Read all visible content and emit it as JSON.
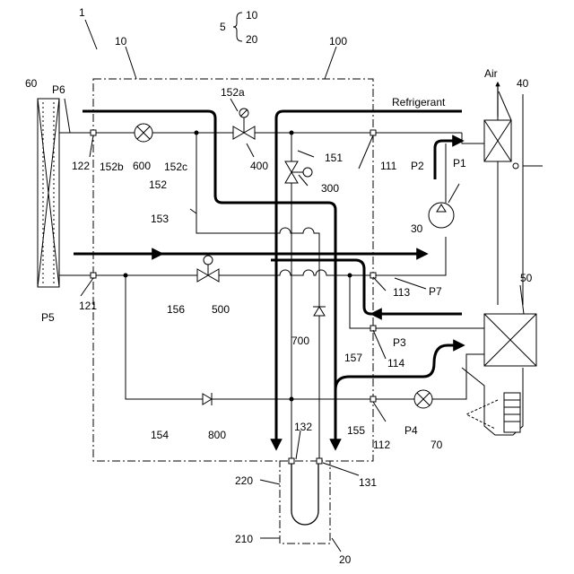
{
  "labels": {
    "system": "1",
    "group": "5",
    "group_a": "10",
    "group_b": "20",
    "module_10": "10",
    "module_100": "100",
    "hx_60": "60",
    "hx_40": "40",
    "hx_50": "50",
    "pump_30": "30",
    "valve_70": "70",
    "valve_152a": "152a",
    "valve_600": "600",
    "valve_400": "400",
    "valve_300": "300",
    "valve_500": "500",
    "check_700": "700",
    "check_800": "800",
    "pipe_151": "151",
    "pipe_152": "152",
    "pipe_152b": "152b",
    "pipe_152c": "152c",
    "pipe_153": "153",
    "pipe_154": "154",
    "pipe_155": "155",
    "pipe_156": "156",
    "pipe_157": "157",
    "port_111": "111",
    "port_112": "112",
    "port_113": "113",
    "port_114": "114",
    "port_121": "121",
    "port_122": "122",
    "port_131": "131",
    "port_132": "132",
    "tank_210": "210",
    "tank_220": "220",
    "tank_20": "20",
    "p1": "P1",
    "p2": "P2",
    "p3": "P3",
    "p4": "P4",
    "p5": "P5",
    "p6": "P6",
    "p7": "P7",
    "air": "Air",
    "refrigerant": "Refrigerant"
  },
  "icons": {
    "expansion_valve": "circle-cross-icon",
    "solenoid_valve": "bowtie-valve-icon",
    "check_valve": "check-valve-icon",
    "pump": "pump-icon",
    "heat_exchanger": "heat-exchanger-icon"
  }
}
